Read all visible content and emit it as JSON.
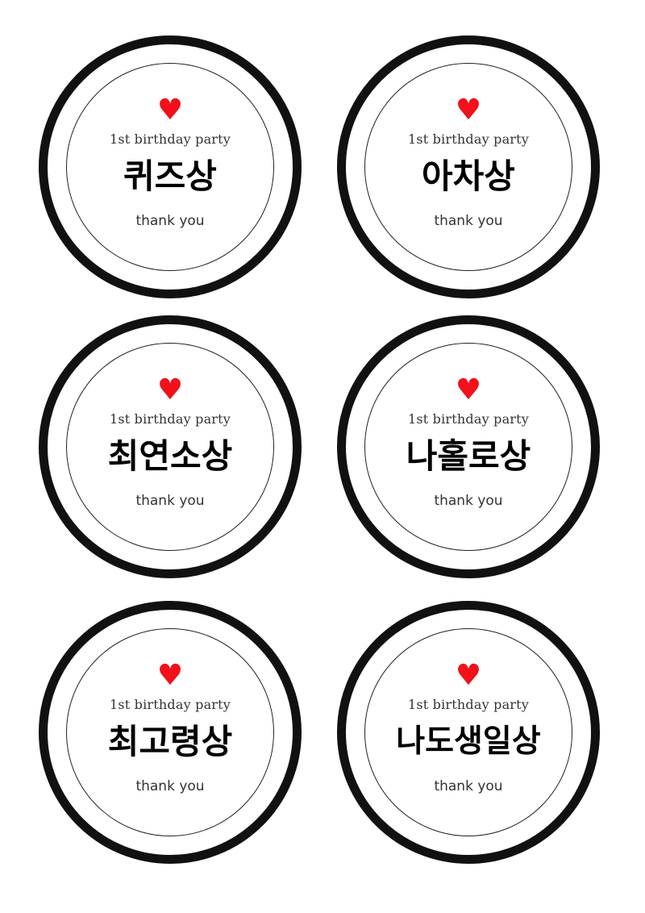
{
  "stickers": [
    {
      "heart": "♥",
      "subtitle": "1st birthday party",
      "award": "퀴즈상",
      "thanks": "thank you"
    },
    {
      "heart": "♥",
      "subtitle": "1st birthday party",
      "award": "아차상",
      "thanks": "thank you"
    },
    {
      "heart": "♥",
      "subtitle": "1st birthday party",
      "award": "최연소상",
      "thanks": "thank you"
    },
    {
      "heart": "♥",
      "subtitle": "1st birthday party",
      "award": "나홀로상",
      "thanks": "thank you"
    },
    {
      "heart": "♥",
      "subtitle": "1st birthday party",
      "award": "최고령상",
      "thanks": "thank you"
    },
    {
      "heart": "♥",
      "subtitle": "1st birthday party",
      "award": "나도생일상",
      "thanks": "thank you"
    }
  ],
  "colors": {
    "heart": "#f2101a",
    "ring": "#111111",
    "text": "#000000"
  }
}
